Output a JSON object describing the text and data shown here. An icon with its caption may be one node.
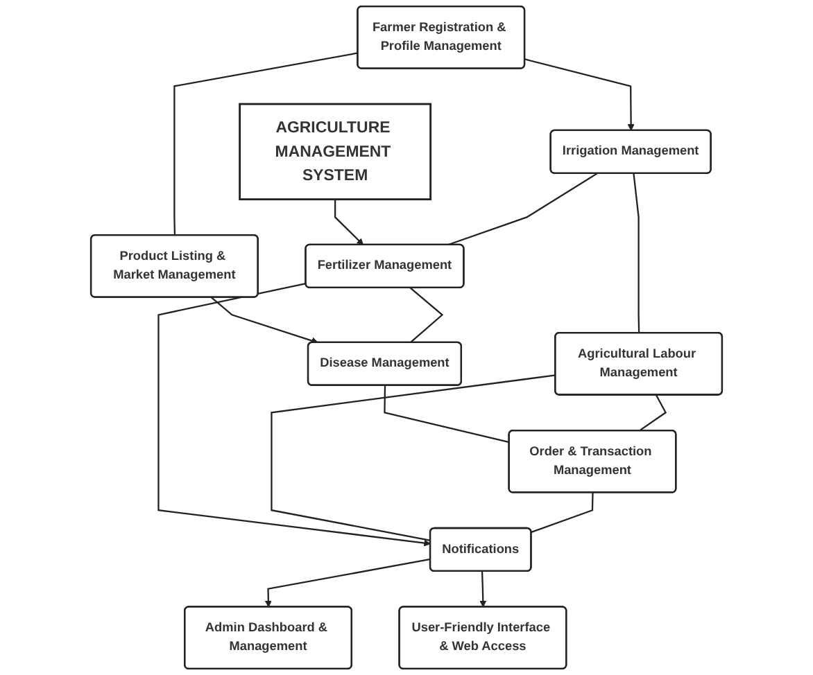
{
  "diagram": {
    "nodes": [
      {
        "text": [
          "AGRICULTURE MANAGEMENT SYSTEM"
        ]
      },
      {
        "text": [
          "Farmer Registration & Profile Management"
        ]
      },
      {
        "text": [
          "Product Listing & Market Management"
        ]
      },
      {
        "text": [
          "Irrigation Management"
        ]
      },
      {
        "text": [
          "Fertilizer Management"
        ]
      },
      {
        "text": [
          "Disease Management"
        ]
      },
      {
        "text": [
          "Agricultural Labour Management"
        ]
      },
      {
        "text": [
          "Order & Transaction Management"
        ]
      },
      {
        "text": [
          "Notifications"
        ]
      },
      {
        "text": [
          "Admin Dashboard & Management"
        ]
      },
      {
        "text": [
          "User-Friendly Interface & Web Access"
        ]
      }
    ],
    "edges": [
      {
        "from": 0,
        "to": 4,
        "arrow": "to"
      },
      {
        "from": 1,
        "to": 2,
        "arrow": "none"
      },
      {
        "from": 1,
        "to": 3,
        "arrow": "to"
      },
      {
        "from": 2,
        "to": 5,
        "arrow": "to"
      },
      {
        "from": 3,
        "to": 4,
        "arrow": "none"
      },
      {
        "from": 4,
        "to": 5,
        "arrow": "none"
      },
      {
        "from": 3,
        "to": 6,
        "arrow": "none"
      },
      {
        "from": 5,
        "to": 7,
        "arrow": "none"
      },
      {
        "from": 6,
        "to": 7,
        "arrow": "none"
      },
      {
        "from": 4,
        "to": 8,
        "arrow": "to"
      },
      {
        "from": 6,
        "to": 8,
        "arrow": "none"
      },
      {
        "from": 7,
        "to": 8,
        "arrow": "none"
      },
      {
        "from": 8,
        "to": 9,
        "arrow": "to"
      },
      {
        "from": 8,
        "to": 10,
        "arrow": "to"
      }
    ]
  }
}
